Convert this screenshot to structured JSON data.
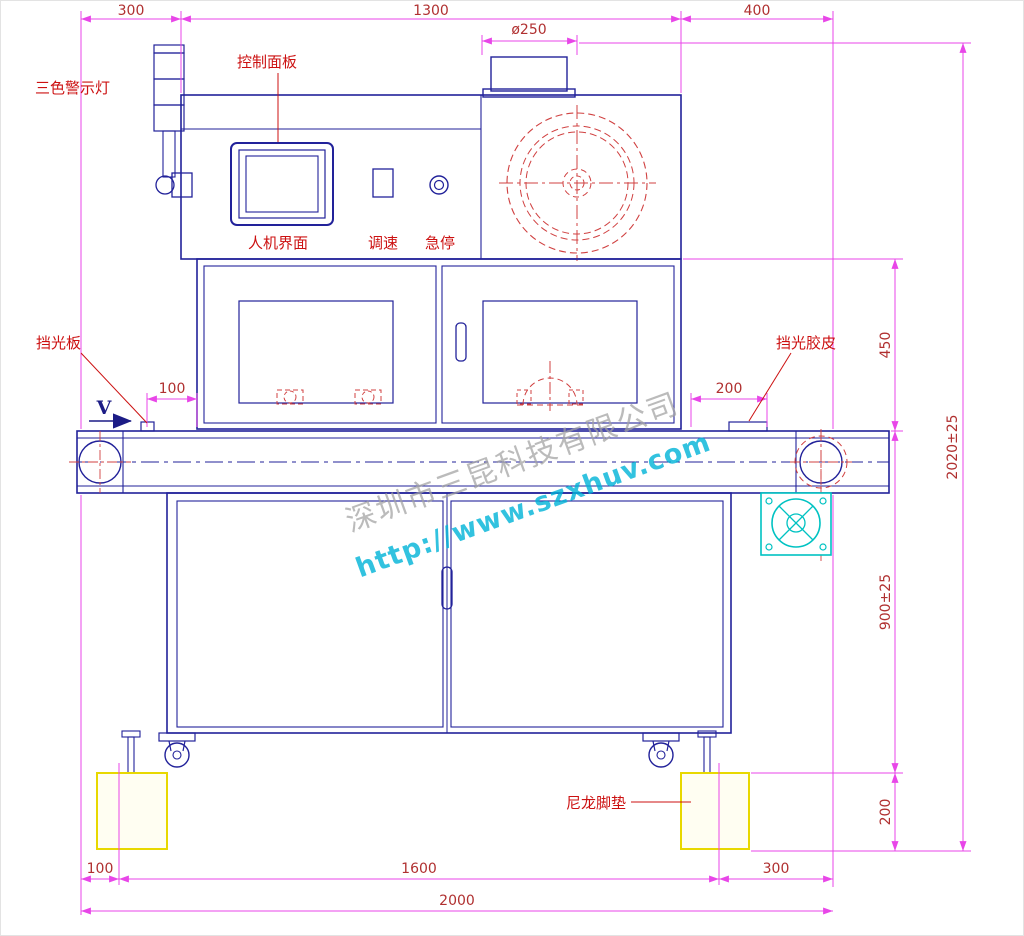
{
  "drawing": {
    "callouts": {
      "warning_light": "三色警示灯",
      "control_panel": "控制面板",
      "hmi": "人机界面",
      "speed_control": "调速",
      "emergency_stop": "急停",
      "light_shield_plate": "挡光板",
      "light_shield_rubber": "挡光胶皮",
      "nylon_foot_pad": "尼龙脚垫",
      "direction_mark": "V"
    },
    "dims": {
      "top_300": "300",
      "top_1300": "1300",
      "top_400": "400",
      "duct_dia": "ø250",
      "right_450": "450",
      "right_overall": "2020±25",
      "right_900": "900±25",
      "right_200": "200",
      "mid_100": "100",
      "mid_200": "200",
      "bottom_100": "100",
      "bottom_1600": "1600",
      "bottom_300": "300",
      "bottom_2000": "2000"
    },
    "watermark": {
      "company": "深圳市三昆科技有限公司",
      "url": "http://www.szxhuv.com"
    },
    "colors": {
      "machine_line": "#22229a",
      "dimension_line": "#e846e8",
      "dimension_text": "#b03030",
      "callout_text": "#cc1111",
      "hidden_line": "#d04040",
      "warning_red": "#f01818",
      "warning_yellow": "#ffe000",
      "warning_green": "#2cc42c",
      "foot_pad_yellow": "#e8d800",
      "motor_cyan": "#00c2c2",
      "watermark_gray": "#a2a2a2",
      "watermark_cyan": "#00b4d8"
    }
  }
}
